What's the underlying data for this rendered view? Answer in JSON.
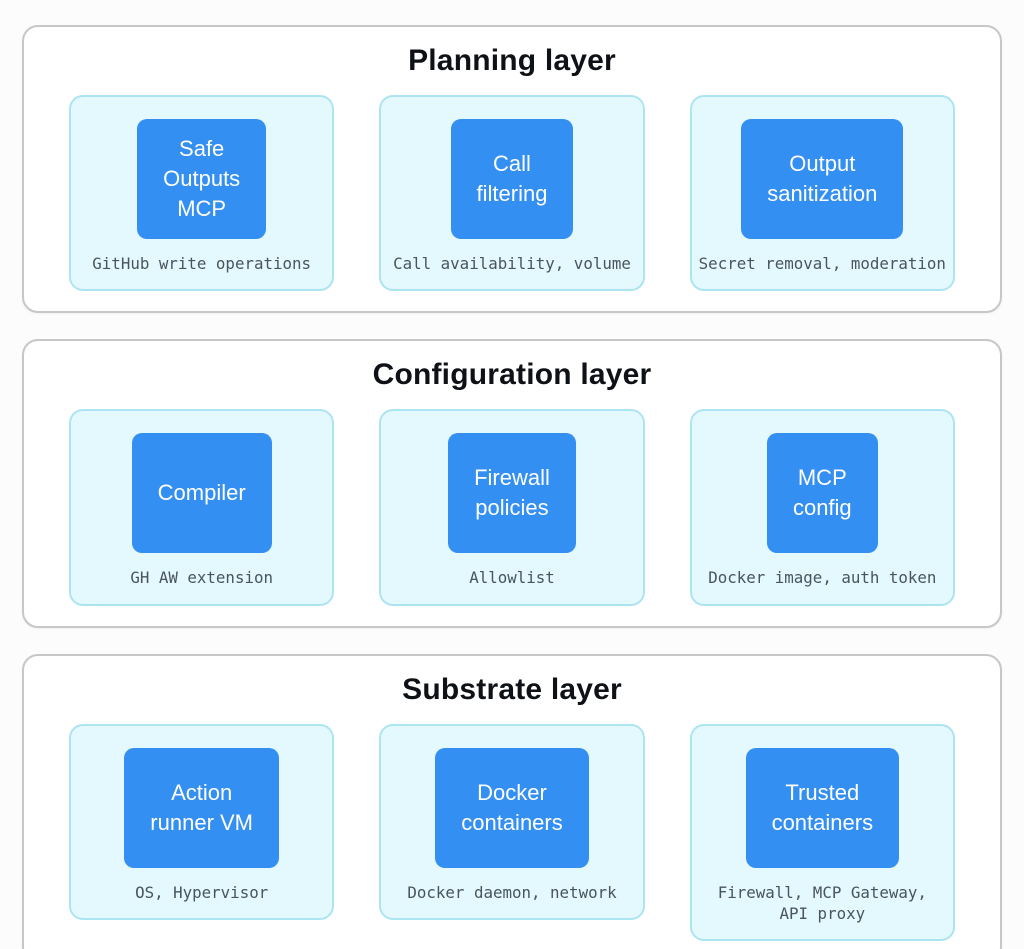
{
  "layers": [
    {
      "title": "Planning layer",
      "cards": [
        {
          "label": "Safe\nOutputs\nMCP",
          "caption": "GitHub write operations"
        },
        {
          "label": "Call\nfiltering",
          "caption": "Call availability, volume"
        },
        {
          "label": "Output\nsanitization",
          "caption": "Secret removal, moderation"
        }
      ]
    },
    {
      "title": "Configuration layer",
      "cards": [
        {
          "label": "Compiler",
          "caption": "GH AW extension"
        },
        {
          "label": "Firewall\npolicies",
          "caption": "Allowlist"
        },
        {
          "label": "MCP\nconfig",
          "caption": "Docker image, auth token"
        }
      ]
    },
    {
      "title": "Substrate layer",
      "cards": [
        {
          "label": "Action\nrunner VM",
          "caption": "OS, Hypervisor"
        },
        {
          "label": "Docker\ncontainers",
          "caption": "Docker daemon, network"
        },
        {
          "label": "Trusted\ncontainers",
          "caption": "Firewall, MCP Gateway,\nAPI proxy"
        }
      ]
    }
  ],
  "colors": {
    "component_box_blue": "#348FF2",
    "card_background": "#E4F9FD",
    "card_border": "#ADE4F2",
    "layer_border": "#C7C7C7",
    "caption_text": "#49545C",
    "title_text": "#0E1116",
    "box_label_text": "#FFFFFF"
  }
}
